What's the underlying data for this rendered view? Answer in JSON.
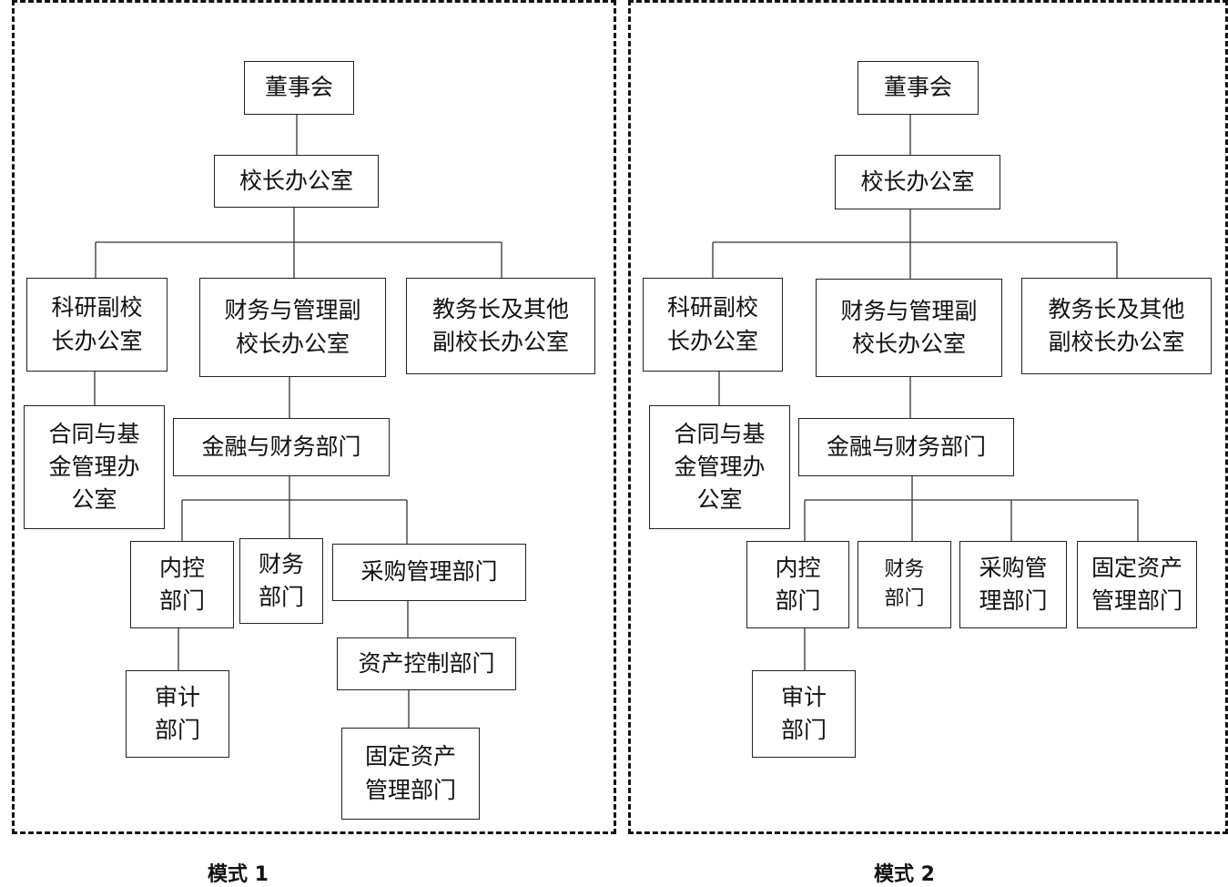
{
  "diagrams": [
    {
      "caption": "模式 1",
      "nodes": {
        "board": "董事会",
        "president_office": "校长办公室",
        "research_vp_office": "科研副校\n长办公室",
        "finance_admin_vp_office": "财务与管理副\n校长办公室",
        "provost_other_vp_office": "教务长及其他\n副校长办公室",
        "contract_fund_office": "合同与基\n金管理办\n公室",
        "finance_dept": "金融与财务部门",
        "internal_control": "内控\n部门",
        "accounting": "财务\n部门",
        "procurement": "采购管理部门",
        "asset_control": "资产控制部门",
        "audit": "审计\n部门",
        "fixed_assets": "固定资产\n管理部门"
      }
    },
    {
      "caption": "模式 2",
      "nodes": {
        "board": "董事会",
        "president_office": "校长办公室",
        "research_vp_office": "科研副校\n长办公室",
        "finance_admin_vp_office": "财务与管理副\n校长办公室",
        "provost_other_vp_office": "教务长及其他\n副校长办公室",
        "contract_fund_office": "合同与基\n金管理办\n公室",
        "finance_dept": "金融与财务部门",
        "internal_control": "内控\n部门",
        "accounting": "财务\n部门",
        "procurement": "采购管\n理部门",
        "fixed_assets": "固定资产\n管理部门",
        "audit": "审计\n部门"
      }
    }
  ]
}
